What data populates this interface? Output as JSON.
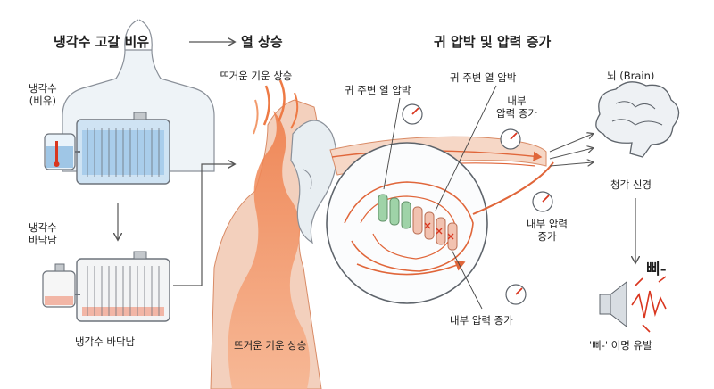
{
  "headings": {
    "left": "냉각수 고갈 비유",
    "middle": "열 상승",
    "right": "귀 압박 및 압력 증가"
  },
  "labels": {
    "coolant_analogy": "냉각수\n(비유)",
    "coolant_low_small": "냉각수\n바닥남",
    "coolant_low_bottom": "냉각수 바닥남",
    "hot_air_top": "뜨거운 기운 상승",
    "hot_air_bottom": "뜨거운 기운 상승",
    "ear_heat_left": "귀 주변 열 압박",
    "ear_heat_top": "귀 주변 열 압박",
    "internal_pressure_top": "내부\n압력 증가",
    "internal_pressure_right": "내부 압력\n증가",
    "internal_pressure_bottom": "내부 압력 증가",
    "brain": "뇌 (Brain)",
    "auditory_nerve": "청각 신경",
    "beep_sound": "삐-",
    "tinnitus": "'삐-' 이명 유발"
  },
  "colors": {
    "heat": "#f08a5d",
    "heat_dark": "#e0663a",
    "coolant": "#9fc6e6",
    "coolant_low": "#f2b6a6",
    "body": "#eef3f7",
    "outline": "#8a9099",
    "nerve_green": "#9fd3a8",
    "alarm_red": "#d9361f"
  }
}
